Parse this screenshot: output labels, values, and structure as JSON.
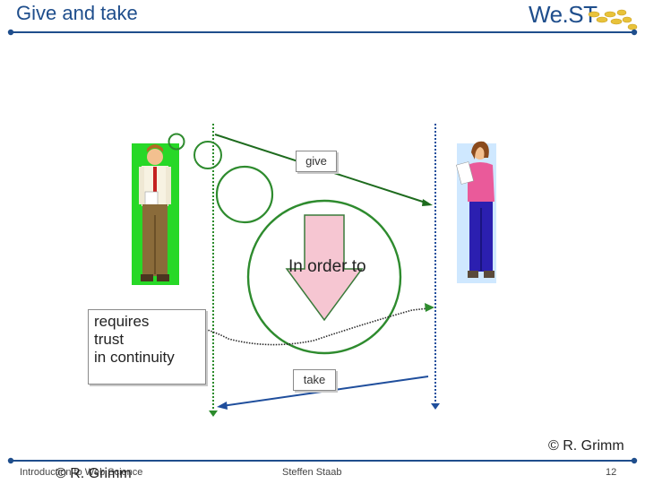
{
  "header": {
    "title": "Give and take",
    "logo_text": "We.ST"
  },
  "diagram": {
    "give_label": "give",
    "in_order_to_label": "In order to",
    "take_label": "take",
    "requires_lines": [
      "requires",
      "trust",
      "in continuity"
    ],
    "credit": "© R. Grimm"
  },
  "footer": {
    "course": "Introduction to Web Science",
    "credit": "© R. Grimm",
    "author": "Steffen Staab",
    "page_number": "12"
  },
  "colors": {
    "title_blue": "#1f4e8c",
    "circle_green": "#2e8b2e",
    "arrow_pink": "#f6c6d2",
    "give_green": "#1e6b1e",
    "take_blue": "#1f4e9c"
  }
}
